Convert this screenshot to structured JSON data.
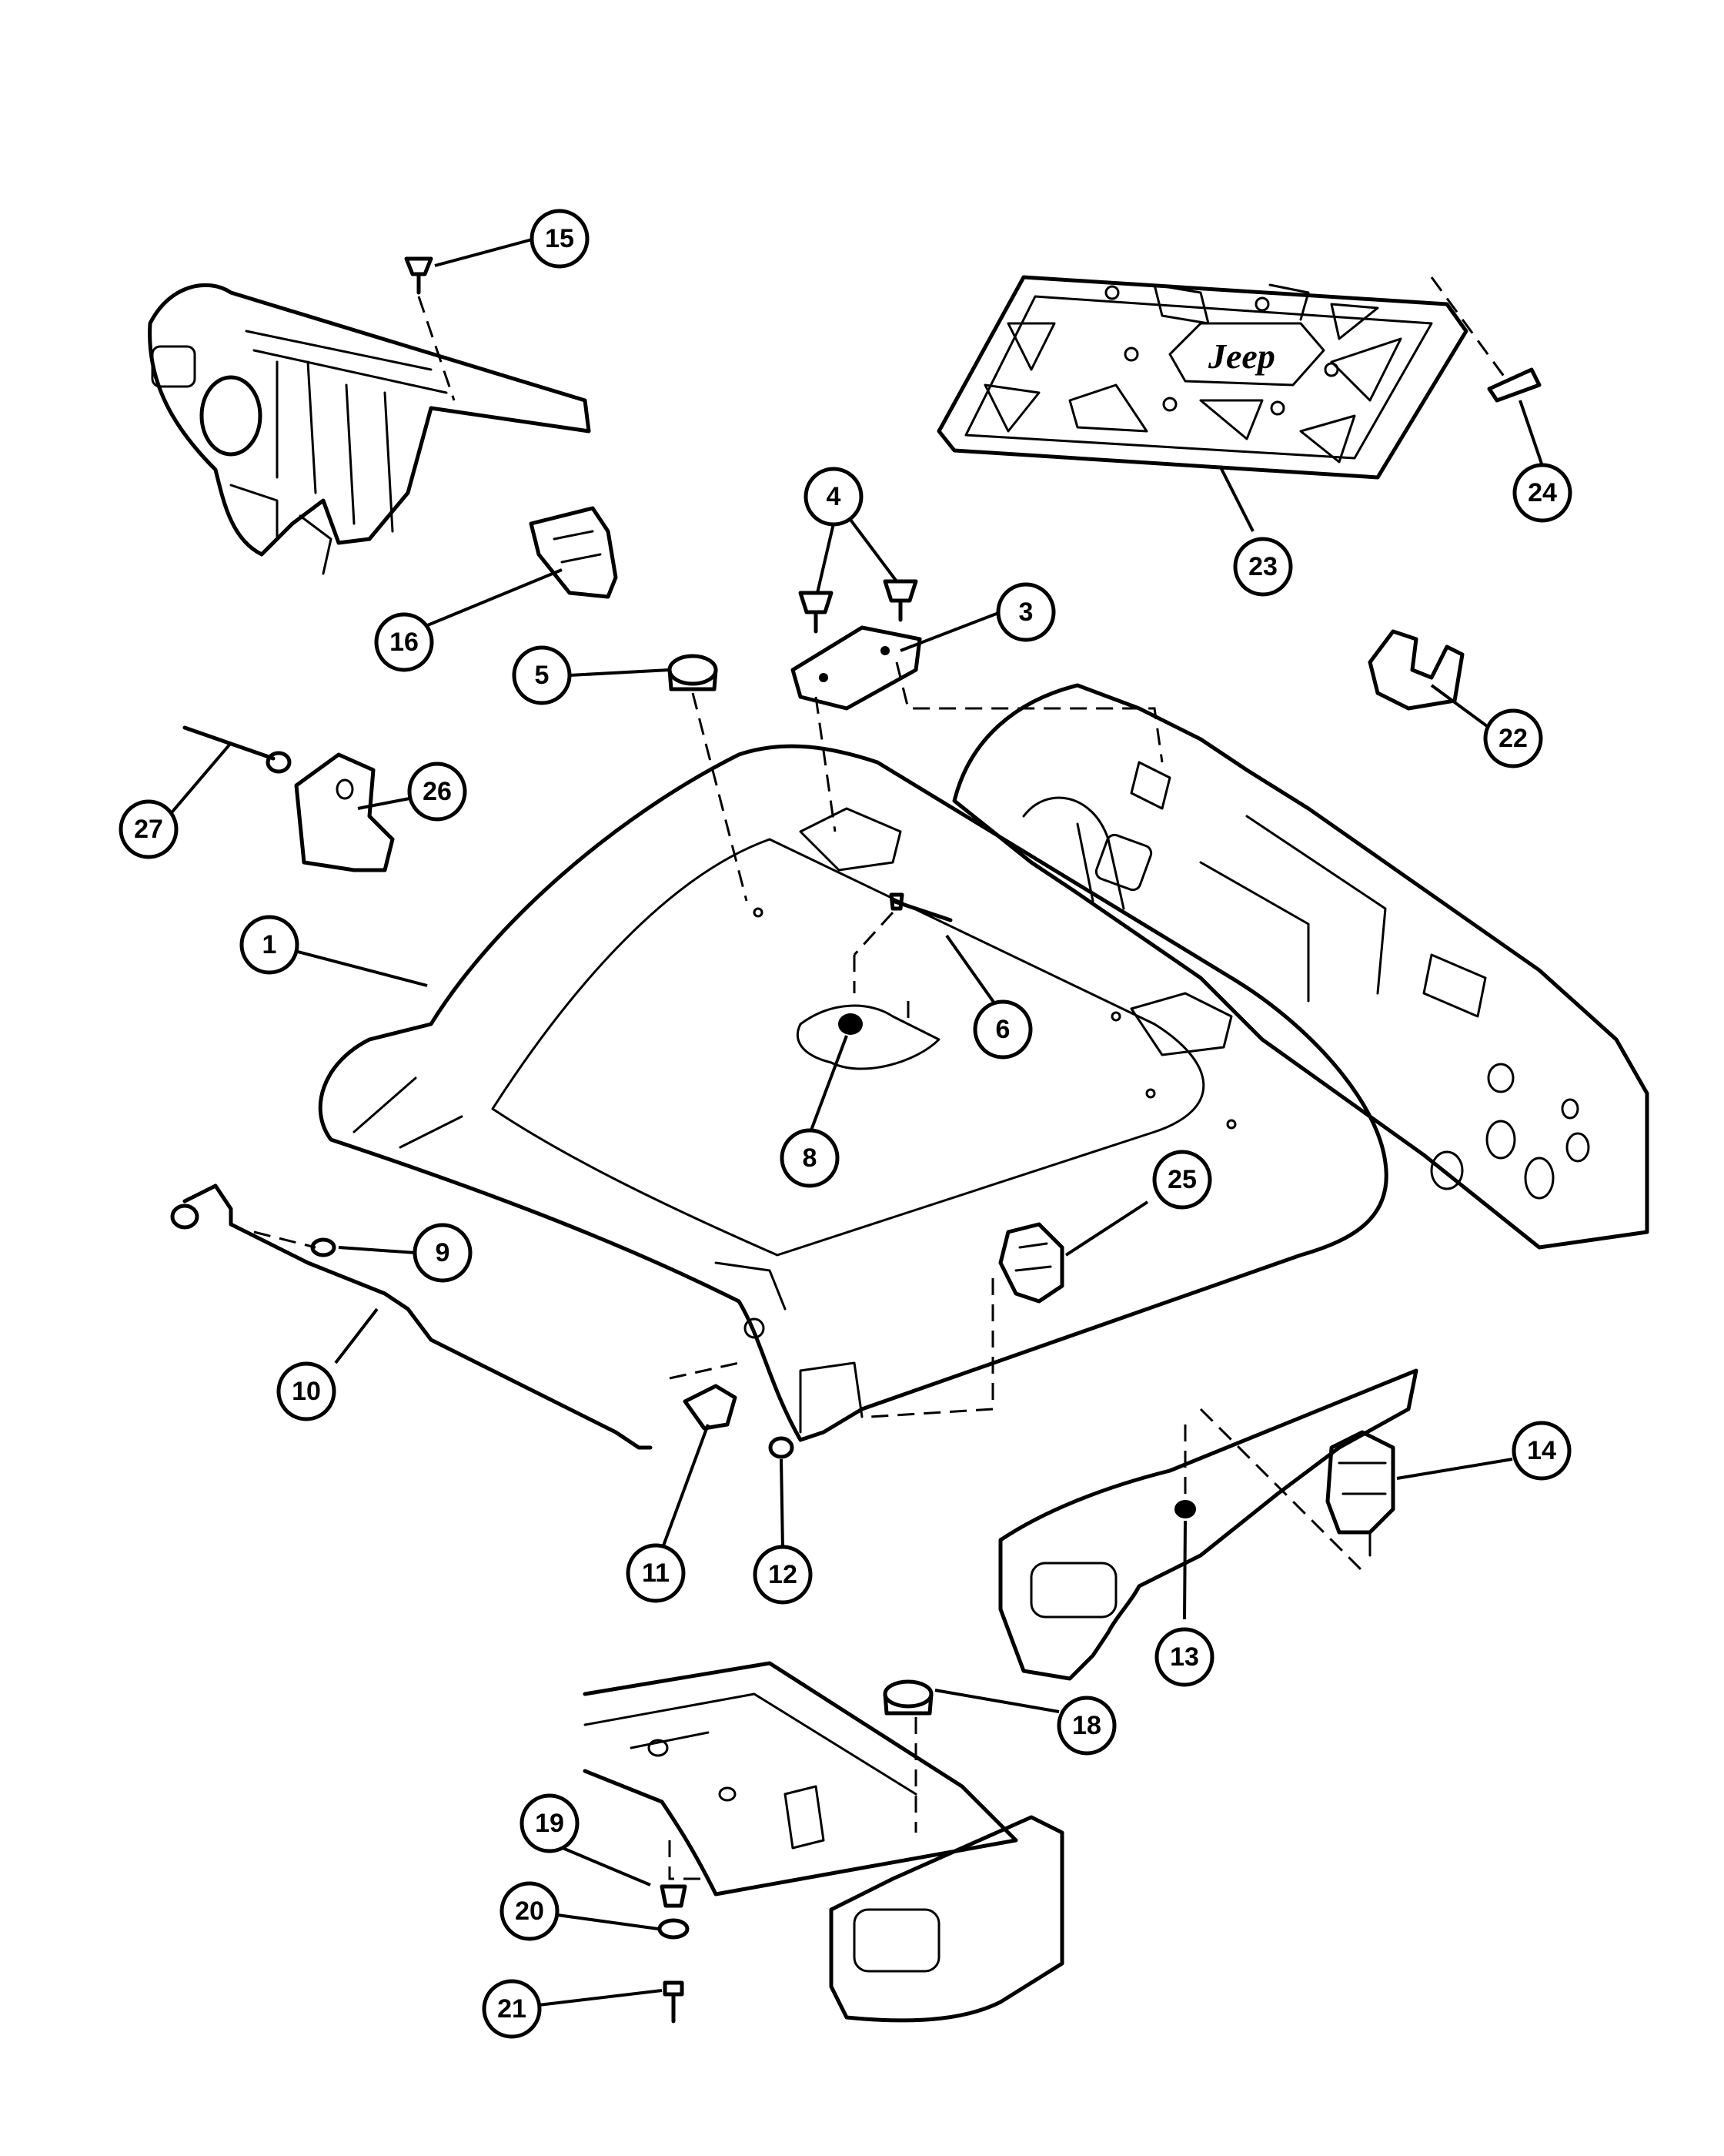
{
  "logo": {
    "text": "Jeep"
  },
  "callouts": [
    {
      "id": "1",
      "label": "1"
    },
    {
      "id": "3",
      "label": "3"
    },
    {
      "id": "4",
      "label": "4"
    },
    {
      "id": "5",
      "label": "5"
    },
    {
      "id": "6",
      "label": "6"
    },
    {
      "id": "8",
      "label": "8"
    },
    {
      "id": "9",
      "label": "9"
    },
    {
      "id": "10",
      "label": "10"
    },
    {
      "id": "11",
      "label": "11"
    },
    {
      "id": "12",
      "label": "12"
    },
    {
      "id": "13",
      "label": "13"
    },
    {
      "id": "14",
      "label": "14"
    },
    {
      "id": "15",
      "label": "15"
    },
    {
      "id": "16",
      "label": "16"
    },
    {
      "id": "18",
      "label": "18"
    },
    {
      "id": "19",
      "label": "19"
    },
    {
      "id": "20",
      "label": "20"
    },
    {
      "id": "21",
      "label": "21"
    },
    {
      "id": "22",
      "label": "22"
    },
    {
      "id": "23",
      "label": "23"
    },
    {
      "id": "24",
      "label": "24"
    },
    {
      "id": "25",
      "label": "25"
    },
    {
      "id": "26",
      "label": "26"
    },
    {
      "id": "27",
      "label": "27"
    }
  ]
}
